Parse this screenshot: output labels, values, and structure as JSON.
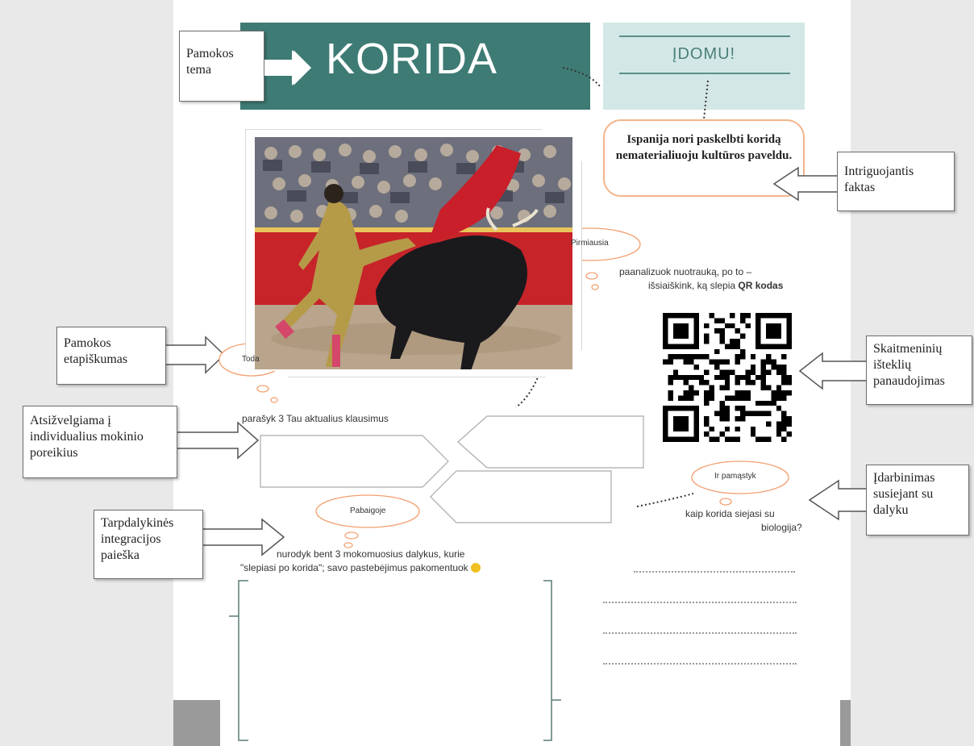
{
  "title": "KORIDA",
  "domu": "ĮDOMU!",
  "fact": "Ispanija nori paskelbti koridą nematerialiuoju kultūros paveldu.",
  "annotations": {
    "topic": "Pamokos tema",
    "intriguing": "Intriguojantis faktas",
    "stages": "Pamokos etapiškumas",
    "digital": "Skaitmeninių išteklių panaudojimas",
    "individual": "Atsižvelgiama į individualius mokinio poreikius",
    "integration": "Tarpdalykinės integracijos paieška",
    "engagement": "Įdarbinimas susiejant su dalyku"
  },
  "clouds": {
    "first": "Pirmiausia",
    "then": "Toda",
    "finally": "Pabaigoje",
    "also": "Ir pamąstyk"
  },
  "tasks": {
    "qr_line1": "paanalizuok nuotrauką, po to –",
    "qr_line2_a": "išsiaiškink, ką slepia ",
    "qr_line2_b": "QR kodas",
    "questions": "parašyk 3 Tau aktualius klausimus",
    "biology_line1": "kaip korida siejasi su",
    "biology_line2": "biologija?",
    "subjects_line1": "nurodyk bent 3 mokomuosius dalykus, kurie",
    "subjects_line2": "\"slepiasi po korida\"; savo pastebėjimus pakomentuok"
  },
  "colors": {
    "banner": "#3e7b74",
    "domu_bg": "#d3e8e6",
    "accent_orange": "#f3b48b"
  }
}
